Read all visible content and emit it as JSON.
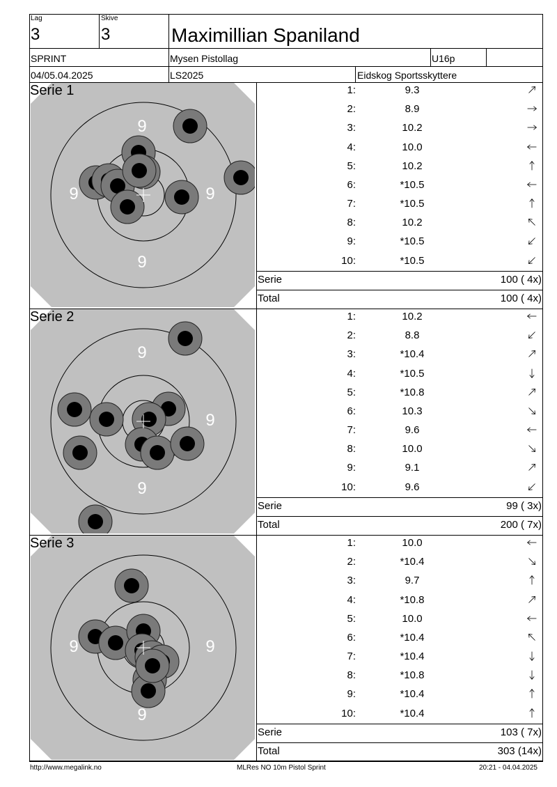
{
  "header": {
    "lag_label": "Lag",
    "lag_value": "3",
    "skive_label": "Skive",
    "skive_value": "3",
    "shooter_name": "Maximillian Spaniland",
    "competition_type": "SPRINT",
    "club": "Mysen Pistollag",
    "class": "U16p",
    "date": "04/05.04.2025",
    "event_code": "LS2025",
    "organizer": "Eidskog Sportsskyttere"
  },
  "target_ring_label": "9",
  "series": [
    {
      "title": "Serie 1",
      "shots": [
        {
          "n": "1:",
          "value": "9.3",
          "dir": "ne"
        },
        {
          "n": "2:",
          "value": "8.9",
          "dir": "e"
        },
        {
          "n": "3:",
          "value": "10.2",
          "dir": "e"
        },
        {
          "n": "4:",
          "value": "10.0",
          "dir": "w"
        },
        {
          "n": "5:",
          "value": "10.2",
          "dir": "n"
        },
        {
          "n": "6:",
          "value": "*10.5",
          "dir": "w"
        },
        {
          "n": "7:",
          "value": "*10.5",
          "dir": "n"
        },
        {
          "n": "8:",
          "value": "10.2",
          "dir": "nw"
        },
        {
          "n": "9:",
          "value": "*10.5",
          "dir": "sw"
        },
        {
          "n": "10:",
          "value": "*10.5",
          "dir": "sw"
        }
      ],
      "serie_label": "Serie",
      "serie_score": "100 ( 4x)",
      "total_label": "Total",
      "total_score": "100 ( 4x)"
    },
    {
      "title": "Serie 2",
      "shots": [
        {
          "n": "1:",
          "value": "10.2",
          "dir": "w"
        },
        {
          "n": "2:",
          "value": "8.8",
          "dir": "sw"
        },
        {
          "n": "3:",
          "value": "*10.4",
          "dir": "ne"
        },
        {
          "n": "4:",
          "value": "*10.5",
          "dir": "s"
        },
        {
          "n": "5:",
          "value": "*10.8",
          "dir": "ne"
        },
        {
          "n": "6:",
          "value": "10.3",
          "dir": "se"
        },
        {
          "n": "7:",
          "value": "9.6",
          "dir": "w"
        },
        {
          "n": "8:",
          "value": "10.0",
          "dir": "se"
        },
        {
          "n": "9:",
          "value": "9.1",
          "dir": "ne"
        },
        {
          "n": "10:",
          "value": "9.6",
          "dir": "sw"
        }
      ],
      "serie_label": "Serie",
      "serie_score": "99 ( 3x)",
      "total_label": "Total",
      "total_score": "200 ( 7x)"
    },
    {
      "title": "Serie 3",
      "shots": [
        {
          "n": "1:",
          "value": "10.0",
          "dir": "w"
        },
        {
          "n": "2:",
          "value": "*10.4",
          "dir": "se"
        },
        {
          "n": "3:",
          "value": "9.7",
          "dir": "n"
        },
        {
          "n": "4:",
          "value": "*10.8",
          "dir": "ne"
        },
        {
          "n": "5:",
          "value": "10.0",
          "dir": "w"
        },
        {
          "n": "6:",
          "value": "*10.4",
          "dir": "nw"
        },
        {
          "n": "7:",
          "value": "*10.4",
          "dir": "s"
        },
        {
          "n": "8:",
          "value": "*10.8",
          "dir": "s"
        },
        {
          "n": "9:",
          "value": "*10.4",
          "dir": "n"
        },
        {
          "n": "10:",
          "value": "*10.4",
          "dir": "n"
        }
      ],
      "serie_label": "Serie",
      "serie_score": "103 ( 7x)",
      "total_label": "Total",
      "total_score": "303 (14x)"
    }
  ],
  "footer": {
    "left": "http://www.megalink.no",
    "center": "MLRes NO 10m Pistol Sprint",
    "right": "20:21 - 04.04.2025"
  }
}
